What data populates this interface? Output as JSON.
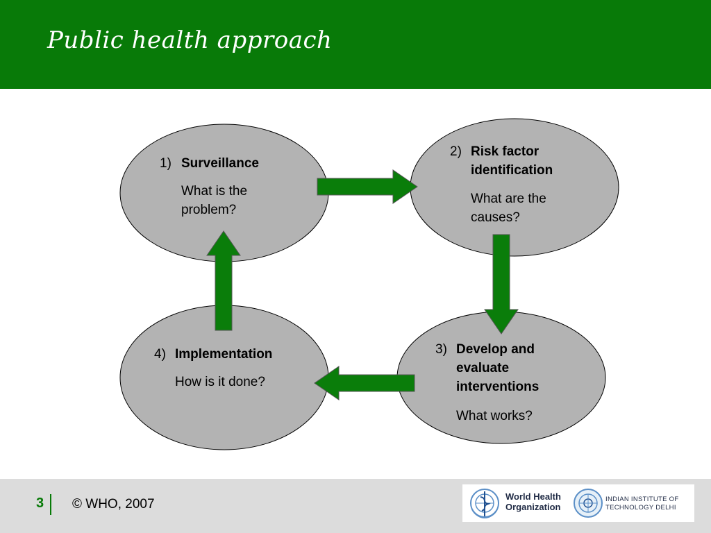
{
  "header": {
    "title": "Public health approach"
  },
  "diagram": {
    "nodes": [
      {
        "num": "1)",
        "label": "Surveillance",
        "desc_lines": [
          "What is the",
          "problem?"
        ]
      },
      {
        "num": "2)",
        "label_lines": [
          "Risk factor",
          "identification"
        ],
        "desc_lines": [
          "What are the",
          "causes?"
        ]
      },
      {
        "num": "3)",
        "label_lines": [
          "Develop and",
          "evaluate",
          "interventions"
        ],
        "desc": "What works?"
      },
      {
        "num": "4)",
        "label": "Implementation",
        "desc": "How is it done?"
      }
    ]
  },
  "footer": {
    "page_number": "3",
    "copyright": "© WHO, 2007",
    "logos": {
      "who_line1": "World Health",
      "who_line2": "Organization",
      "iit_line1": "INDIAN INSTITUTE OF",
      "iit_line2": "TECHNOLOGY DELHI"
    }
  },
  "colors": {
    "header_green": "#087a08",
    "arrow_green": "#0a7d0a",
    "node_fill": "#b3b3b3",
    "footer_gray": "#dcdcdc"
  }
}
